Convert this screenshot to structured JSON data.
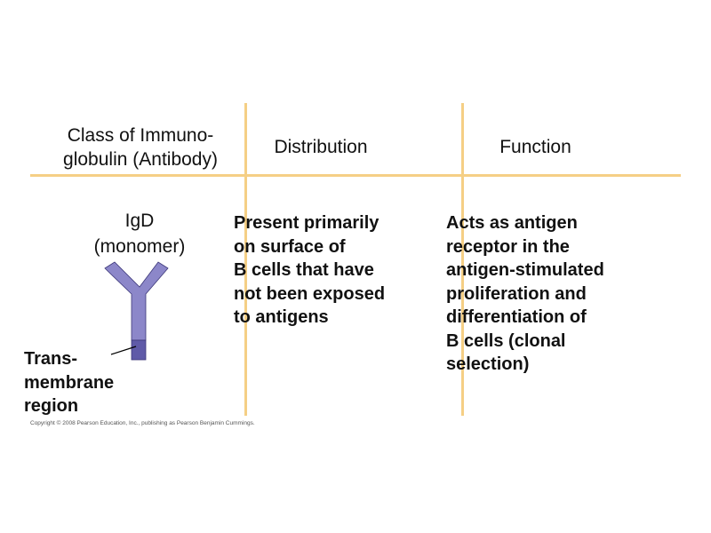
{
  "table": {
    "headers": [
      {
        "label": "Class of Immuno-\nglobulin (Antibody)"
      },
      {
        "label": "Distribution"
      },
      {
        "label": "Function"
      }
    ],
    "row": {
      "class_name": "IgD\n(monomer)",
      "distribution": "Present primarily\non surface of\nB cells that have\nnot been exposed\nto antigens",
      "function": "Acts as antigen\nreceptor in the\nantigen-stimulated\nproliferation and\ndifferentiation of\nB cells (clonal\nselection)"
    }
  },
  "diagram": {
    "label": "Trans-\nmembrane\nregion",
    "antibody_color": "#8c87c9",
    "transmembrane_color": "#5f5aa8",
    "outline_color": "#3b3678"
  },
  "colors": {
    "grid_lines": "#f5cf85"
  },
  "footer": {
    "copyright": "Copyright © 2008 Pearson Education, Inc., publishing as Pearson Benjamin Cummings."
  }
}
